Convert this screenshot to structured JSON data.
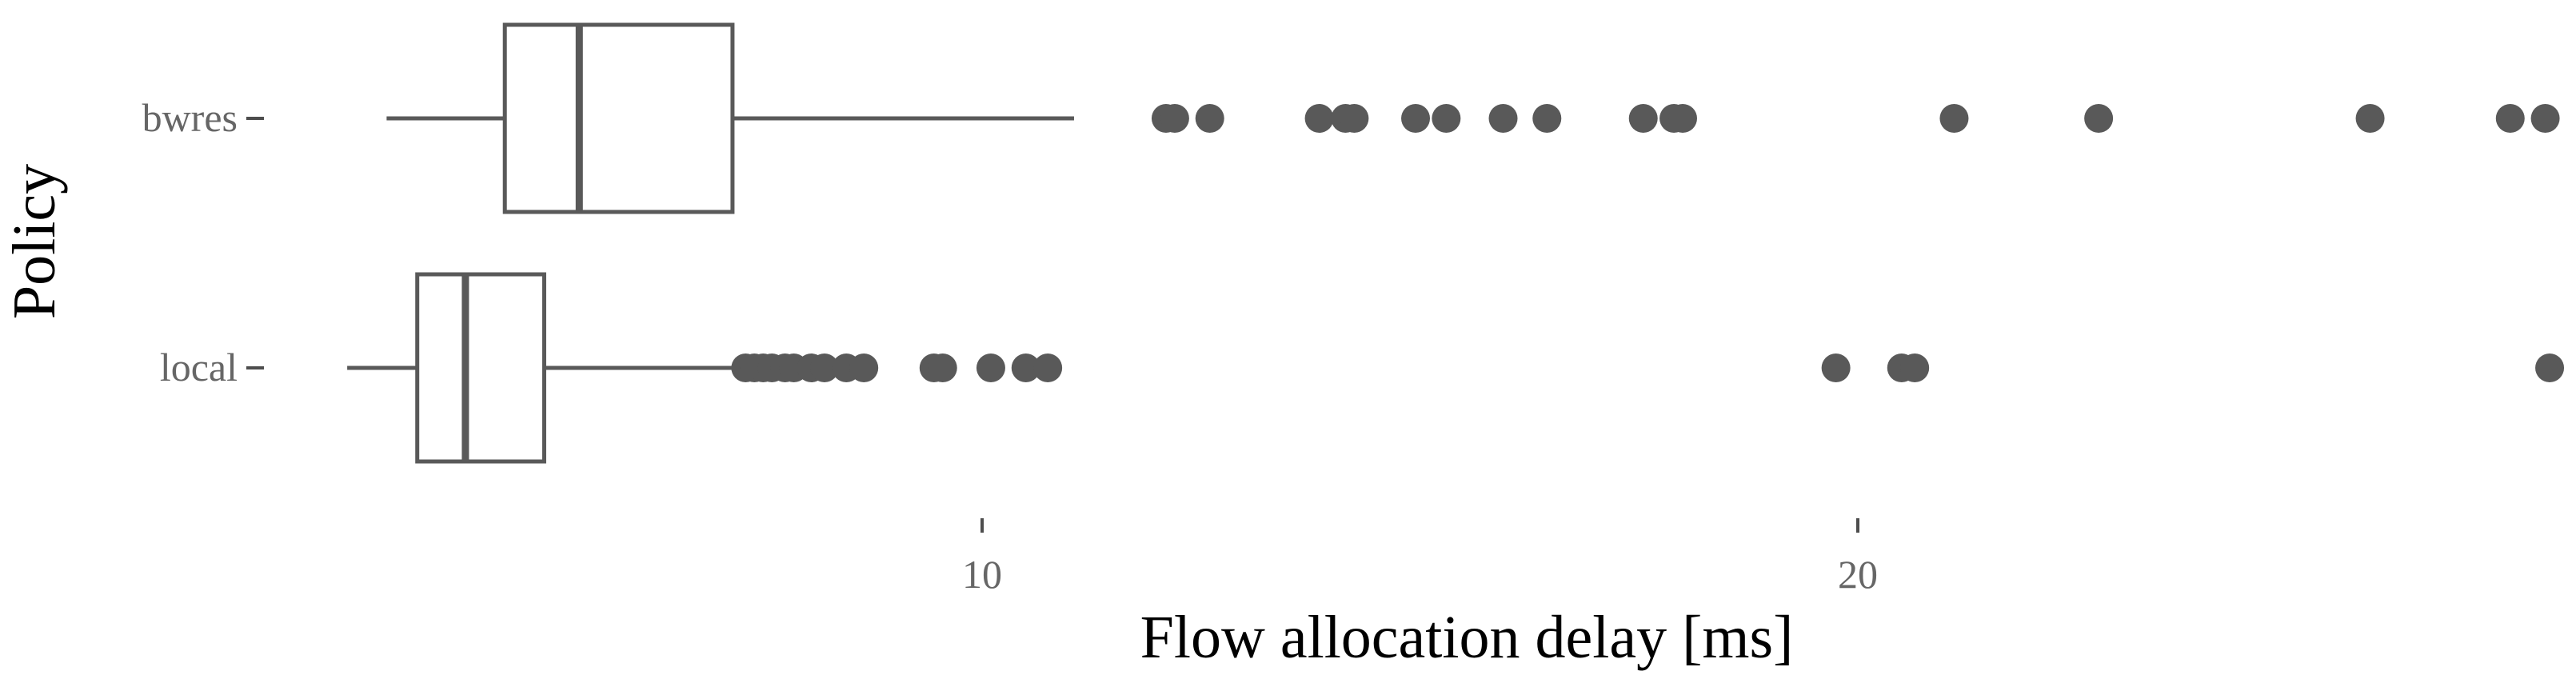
{
  "chart_data": {
    "type": "boxplot",
    "orientation": "horizontal",
    "xlabel": "Flow allocation delay [ms]",
    "ylabel": "Policy",
    "x_ticks": [
      10,
      20
    ],
    "x_tick_labels": [
      "10",
      "20"
    ],
    "xlim": [
      2.2,
      28.0
    ],
    "grid": false,
    "legend": "none",
    "colors": {
      "box_stroke": "#595959",
      "box_fill": "#ffffff",
      "outlier": "#595959",
      "tick_label": "#666666",
      "tick_mark": "#4d4d4d",
      "axis_title": "#000000"
    },
    "categories": [
      "bwres",
      "local"
    ],
    "series": [
      {
        "category": "bwres",
        "whisker_low": 3.2,
        "q1": 4.55,
        "median": 5.4,
        "q3": 7.15,
        "whisker_high": 11.05,
        "outliers": [
          12.1,
          12.2,
          12.6,
          13.85,
          14.15,
          14.25,
          14.95,
          15.3,
          15.95,
          16.45,
          17.55,
          17.9,
          18.0,
          21.1,
          22.75,
          25.85,
          27.45,
          27.85
        ]
      },
      {
        "category": "local",
        "whisker_low": 2.75,
        "q1": 3.55,
        "median": 4.1,
        "q3": 5.0,
        "whisker_high": 7.15,
        "outliers": [
          7.3,
          7.4,
          7.5,
          7.6,
          7.75,
          7.85,
          8.05,
          8.2,
          8.45,
          8.65,
          9.45,
          9.55,
          10.1,
          10.5,
          10.75,
          19.75,
          20.5,
          20.65,
          27.9
        ]
      }
    ]
  }
}
